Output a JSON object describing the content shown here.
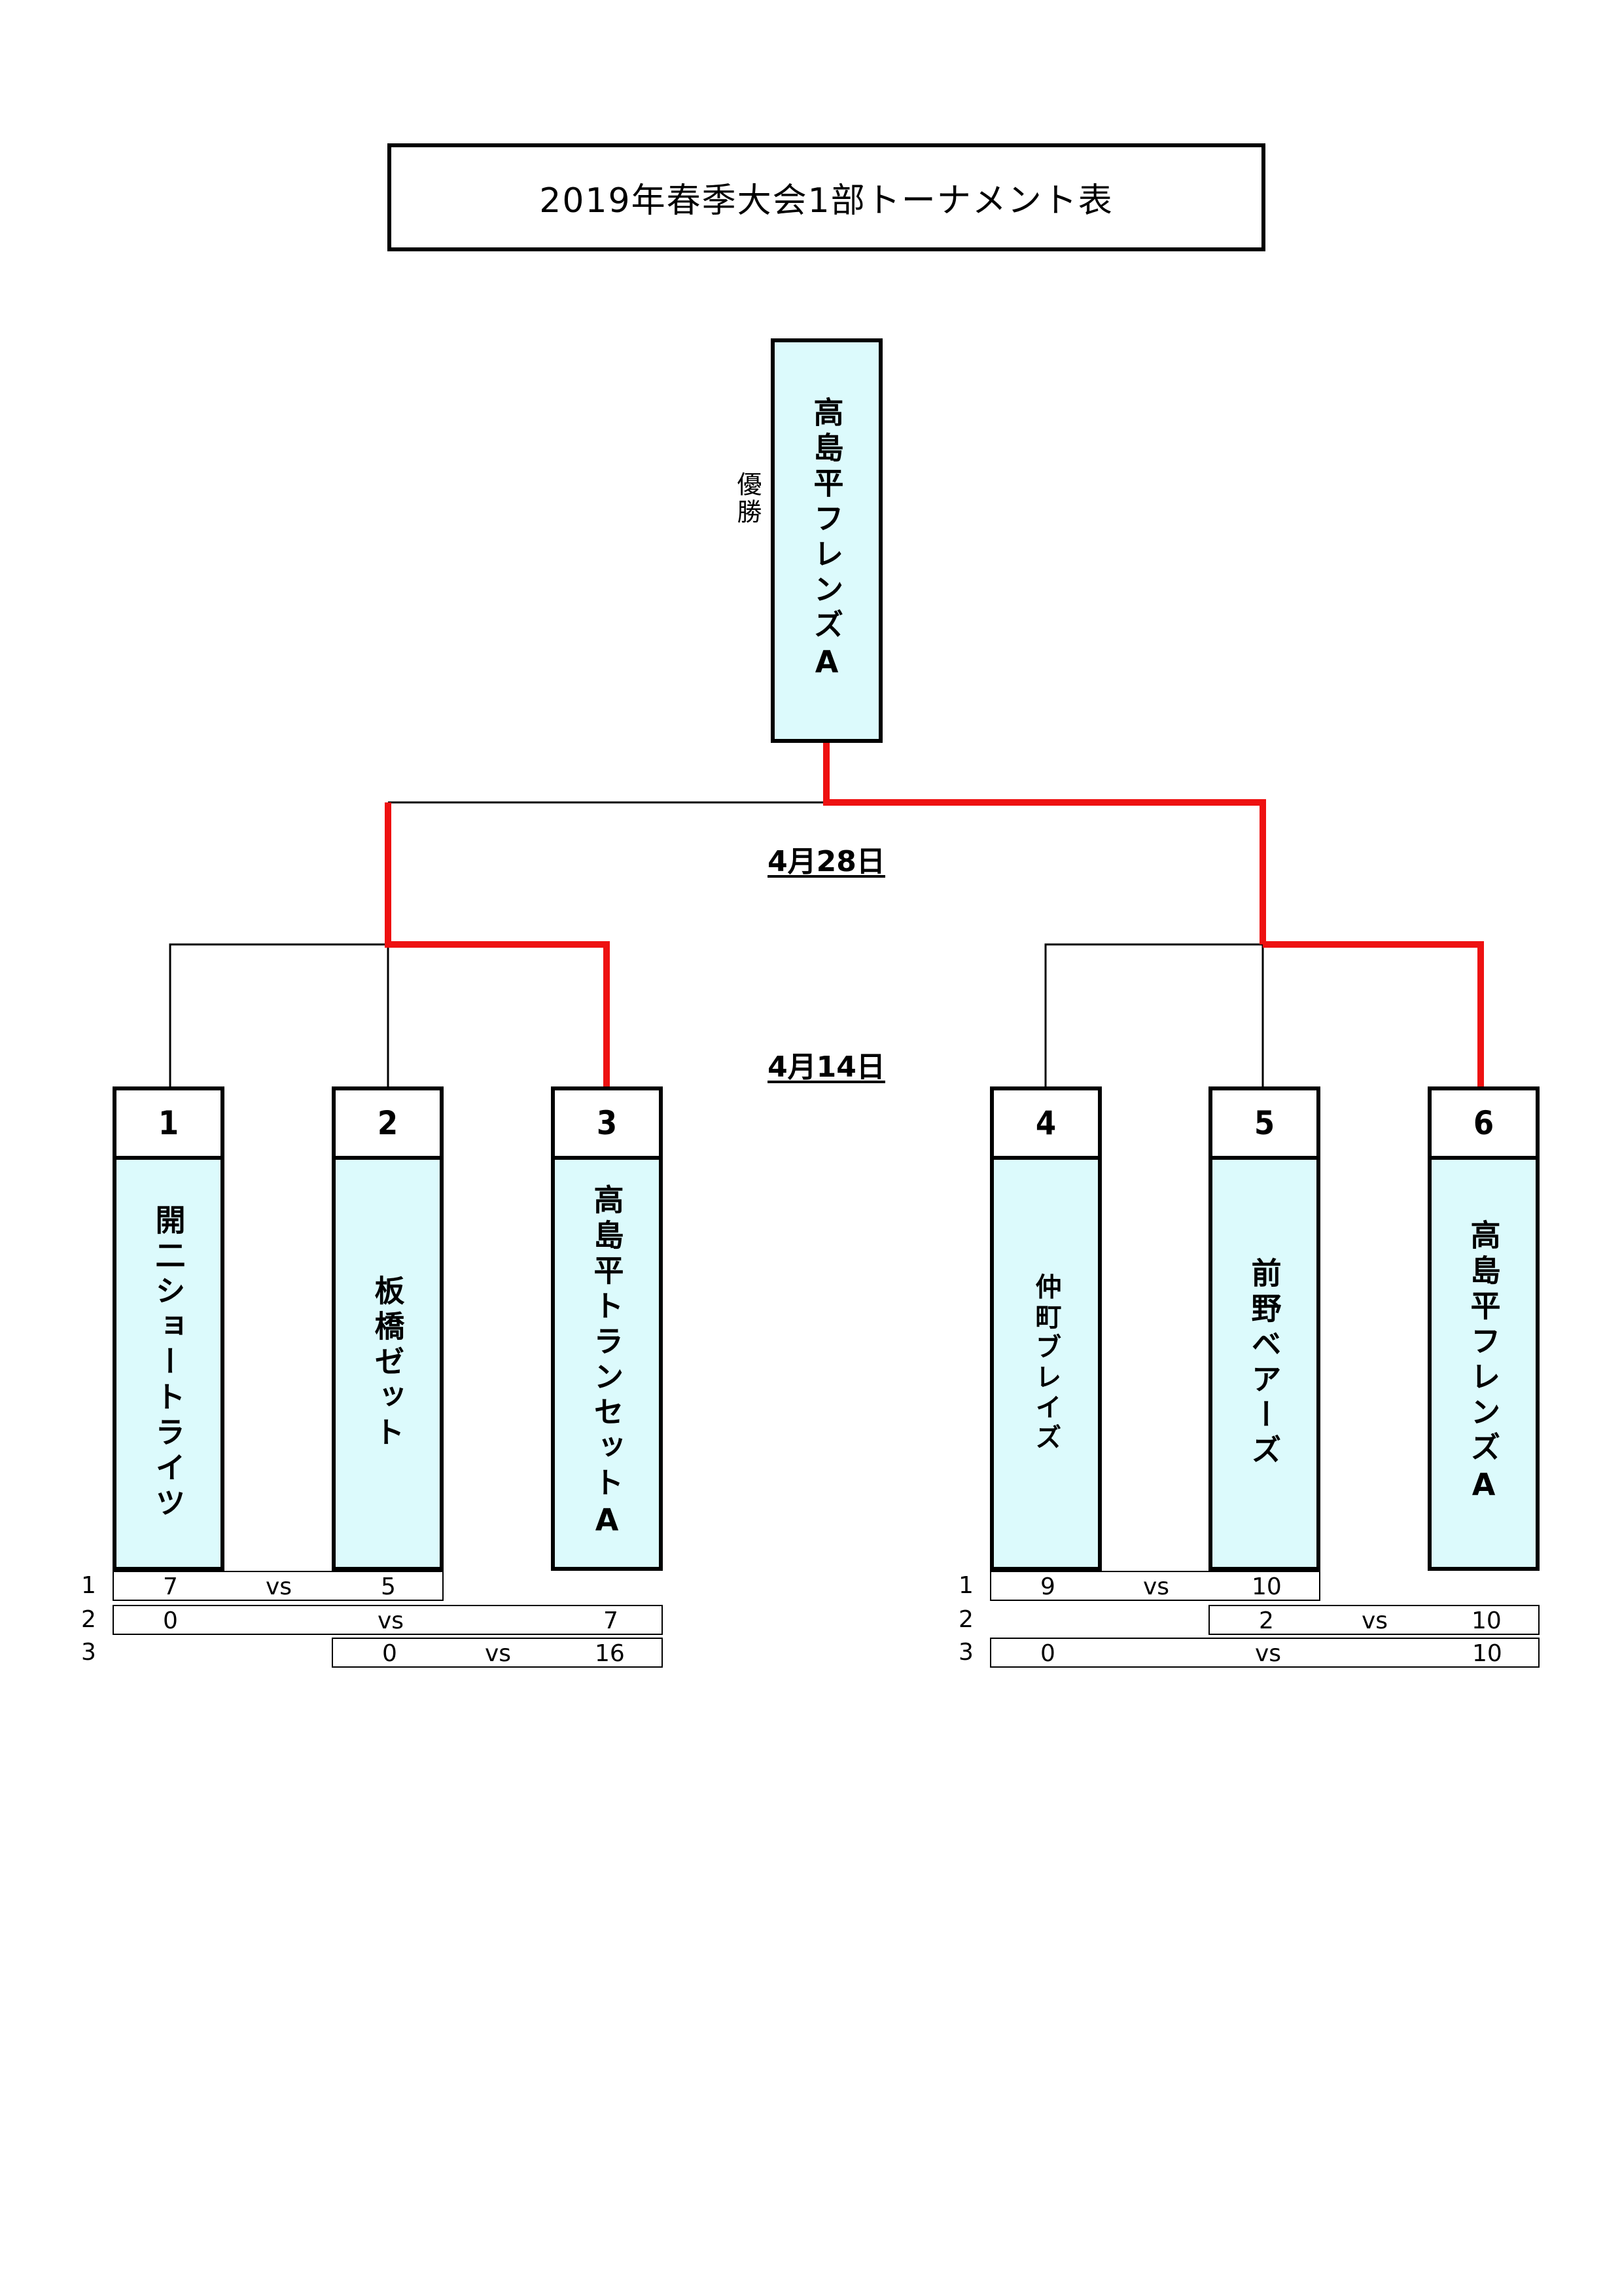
{
  "title": "2019年春季大会1部トーナメント表",
  "champion": {
    "label": "優勝",
    "team": "高島平フレンズA"
  },
  "dates": {
    "final": "4月28日",
    "first_round": "4月14日"
  },
  "seeds": [
    "1",
    "2",
    "3",
    "4",
    "5",
    "6"
  ],
  "teams": [
    "開二ショートライツ",
    "板橋ゼット",
    "高島平トランセットA",
    "仲町ブレイズ",
    "前野ベアーズ",
    "高島平フレンズA"
  ],
  "colors": {
    "team_fill": "#dcfafc",
    "winner_line": "#ee1111",
    "line": "#000000"
  },
  "left_scores": [
    {
      "num": "1",
      "a": "7",
      "vs": "vs",
      "b": "5"
    },
    {
      "num": "2",
      "a": "0",
      "vs": "vs",
      "b": "7"
    },
    {
      "num": "3",
      "a": "0",
      "vs": "vs",
      "b": "16"
    }
  ],
  "right_scores": [
    {
      "num": "1",
      "a": "9",
      "vs": "vs",
      "b": "10"
    },
    {
      "num": "2",
      "a": "2",
      "vs": "vs",
      "b": "10"
    },
    {
      "num": "3",
      "a": "0",
      "vs": "vs",
      "b": "10"
    }
  ]
}
